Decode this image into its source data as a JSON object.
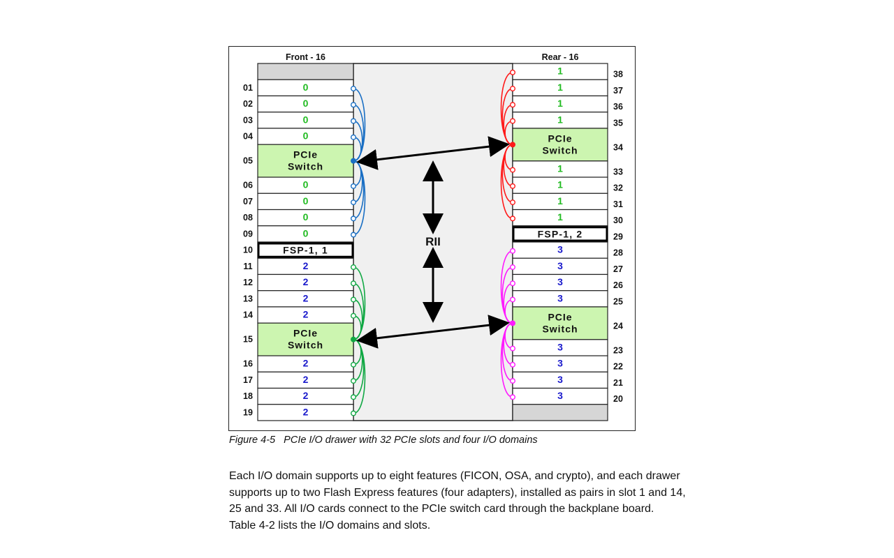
{
  "figure": {
    "front_header": "Front - 16",
    "rear_header": "Rear - 16",
    "rii_label": "RII",
    "front_slots": [
      {
        "num": "",
        "label": "",
        "type": "blank"
      },
      {
        "num": "01",
        "label": "0",
        "type": "card",
        "domain": 0
      },
      {
        "num": "02",
        "label": "0",
        "type": "card",
        "domain": 0
      },
      {
        "num": "03",
        "label": "0",
        "type": "card",
        "domain": 0
      },
      {
        "num": "04",
        "label": "0",
        "type": "card",
        "domain": 0
      },
      {
        "num": "05",
        "label": "PCIe\nSwitch",
        "type": "switch",
        "domain": 0
      },
      {
        "num": "06",
        "label": "0",
        "type": "card",
        "domain": 0
      },
      {
        "num": "07",
        "label": "0",
        "type": "card",
        "domain": 0
      },
      {
        "num": "08",
        "label": "0",
        "type": "card",
        "domain": 0
      },
      {
        "num": "09",
        "label": "0",
        "type": "card",
        "domain": 0
      },
      {
        "num": "10",
        "label": "FSP-1, 1",
        "type": "fsp"
      },
      {
        "num": "11",
        "label": "2",
        "type": "card",
        "domain": 2
      },
      {
        "num": "12",
        "label": "2",
        "type": "card",
        "domain": 2
      },
      {
        "num": "13",
        "label": "2",
        "type": "card",
        "domain": 2
      },
      {
        "num": "14",
        "label": "2",
        "type": "card",
        "domain": 2
      },
      {
        "num": "15",
        "label": "PCIe\nSwitch",
        "type": "switch",
        "domain": 2
      },
      {
        "num": "16",
        "label": "2",
        "type": "card",
        "domain": 2
      },
      {
        "num": "17",
        "label": "2",
        "type": "card",
        "domain": 2
      },
      {
        "num": "18",
        "label": "2",
        "type": "card",
        "domain": 2
      },
      {
        "num": "19",
        "label": "2",
        "type": "card",
        "domain": 2
      }
    ],
    "rear_slots": [
      {
        "num": "38",
        "label": "1",
        "type": "card",
        "domain": 1
      },
      {
        "num": "37",
        "label": "1",
        "type": "card",
        "domain": 1
      },
      {
        "num": "36",
        "label": "1",
        "type": "card",
        "domain": 1
      },
      {
        "num": "35",
        "label": "1",
        "type": "card",
        "domain": 1
      },
      {
        "num": "34",
        "label": "PCIe\nSwitch",
        "type": "switch",
        "domain": 1
      },
      {
        "num": "33",
        "label": "1",
        "type": "card",
        "domain": 1
      },
      {
        "num": "32",
        "label": "1",
        "type": "card",
        "domain": 1
      },
      {
        "num": "31",
        "label": "1",
        "type": "card",
        "domain": 1
      },
      {
        "num": "30",
        "label": "1",
        "type": "card",
        "domain": 1
      },
      {
        "num": "29",
        "label": "FSP-1, 2",
        "type": "fsp"
      },
      {
        "num": "28",
        "label": "3",
        "type": "card",
        "domain": 3
      },
      {
        "num": "27",
        "label": "3",
        "type": "card",
        "domain": 3
      },
      {
        "num": "26",
        "label": "3",
        "type": "card",
        "domain": 3
      },
      {
        "num": "25",
        "label": "3",
        "type": "card",
        "domain": 3
      },
      {
        "num": "24",
        "label": "PCIe\nSwitch",
        "type": "switch",
        "domain": 3
      },
      {
        "num": "23",
        "label": "3",
        "type": "card",
        "domain": 3
      },
      {
        "num": "22",
        "label": "3",
        "type": "card",
        "domain": 3
      },
      {
        "num": "21",
        "label": "3",
        "type": "card",
        "domain": 3
      },
      {
        "num": "20",
        "label": "3",
        "type": "card",
        "domain": 3
      },
      {
        "num": "",
        "label": "",
        "type": "blank"
      }
    ],
    "domain_colors": {
      "0": "#1a6fc4",
      "1": "#ff1a1a",
      "2": "#11a844",
      "3": "#ff1aff"
    },
    "label_colors": {
      "0": "#22bb22",
      "1": "#22bb22",
      "2": "#1a1acc",
      "3": "#1a1acc"
    },
    "switch_fill": "#ccf5b0",
    "blank_fill": "#d6d6d6",
    "backplane_fill": "#f0f0f0"
  },
  "caption": "Figure 4-5   PCIe I/O drawer with 32 PCIe slots and four I/O domains",
  "body_text": [
    "Each I/O domain supports up to eight features (FICON, OSA, and crypto), and each drawer",
    "supports up to two Flash Express features (four adapters), installed as pairs in slot 1 and 14,",
    "25 and 33. All I/O cards connect to the PCIe switch card through the backplane board.",
    "Table 4-2 lists the I/O domains and slots."
  ]
}
